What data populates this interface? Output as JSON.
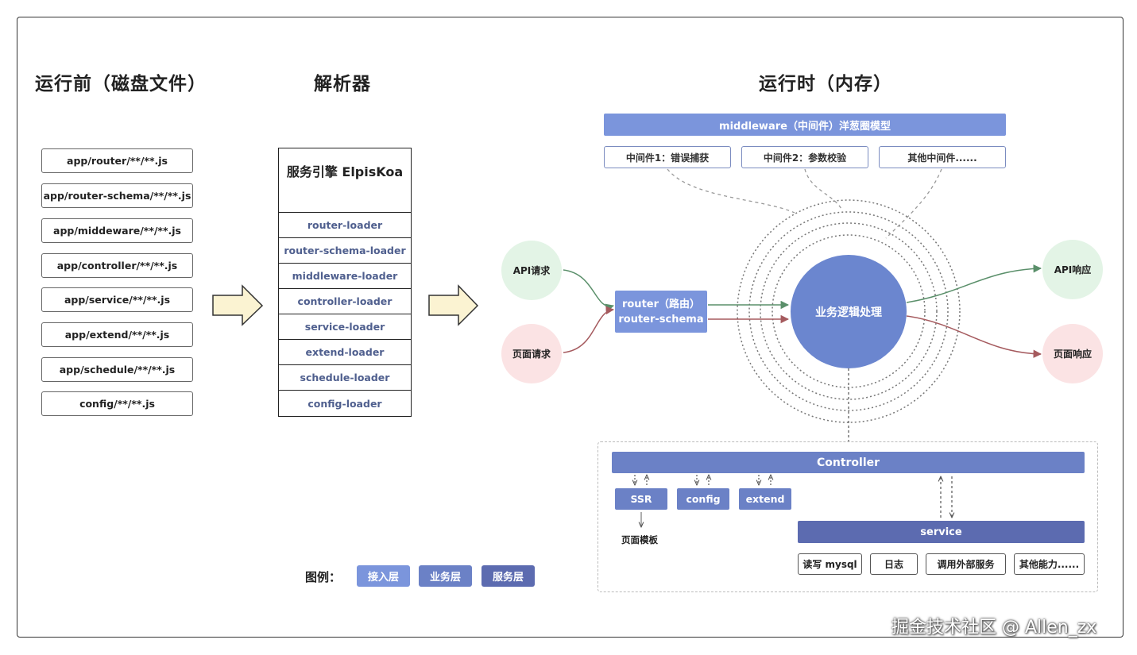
{
  "colors": {
    "access_layer": "#7b95dc",
    "business_layer": "#6b81c6",
    "service_layer": "#5c6bb0",
    "api_green": "#5a8f6a",
    "page_red": "#a55a5e",
    "api_node_bg": "#e3f4e6",
    "page_node_bg": "#fbe3e4",
    "arrow_fill": "#fbf3d2"
  },
  "sections": {
    "before_run": "运行前（磁盘文件）",
    "parser": "解析器",
    "runtime": "运行时（内存）"
  },
  "files": [
    "app/router/**/**.js",
    "app/router-schema/**/**.js",
    "app/middeware/**/**.js",
    "app/controller/**/**.js",
    "app/service/**/**.js",
    "app/extend/**/**.js",
    "app/schedule/**/**.js",
    "config/**/**.js"
  ],
  "parser": {
    "title": "服务引擎 ElpisKoa",
    "loaders": [
      "router-loader",
      "router-schema-loader",
      "middleware-loader",
      "controller-loader",
      "service-loader",
      "extend-loader",
      "schedule-loader",
      "config-loader"
    ]
  },
  "middleware": {
    "header": "middleware（中间件）洋葱圈模型",
    "items": [
      "中间件1：错误捕获",
      "中间件2：参数校验",
      "其他中间件......"
    ]
  },
  "requests": {
    "api": "API请求",
    "page": "页面请求"
  },
  "router": {
    "line1": "router（路由）",
    "line2": "router-schema"
  },
  "core": "业务逻辑处理",
  "responses": {
    "api": "API响应",
    "page": "页面响应"
  },
  "business": {
    "controller": "Controller",
    "modules": [
      "SSR",
      "config",
      "extend"
    ],
    "ssr_output": "页面模板",
    "service": "service",
    "service_items": [
      "读写 mysql",
      "日志",
      "调用外部服务",
      "其他能力......"
    ]
  },
  "legend": {
    "title": "图例：",
    "access": "接入层",
    "business": "业务层",
    "service": "服务层"
  },
  "watermark": "掘金技术社区 @ Allen_zx"
}
